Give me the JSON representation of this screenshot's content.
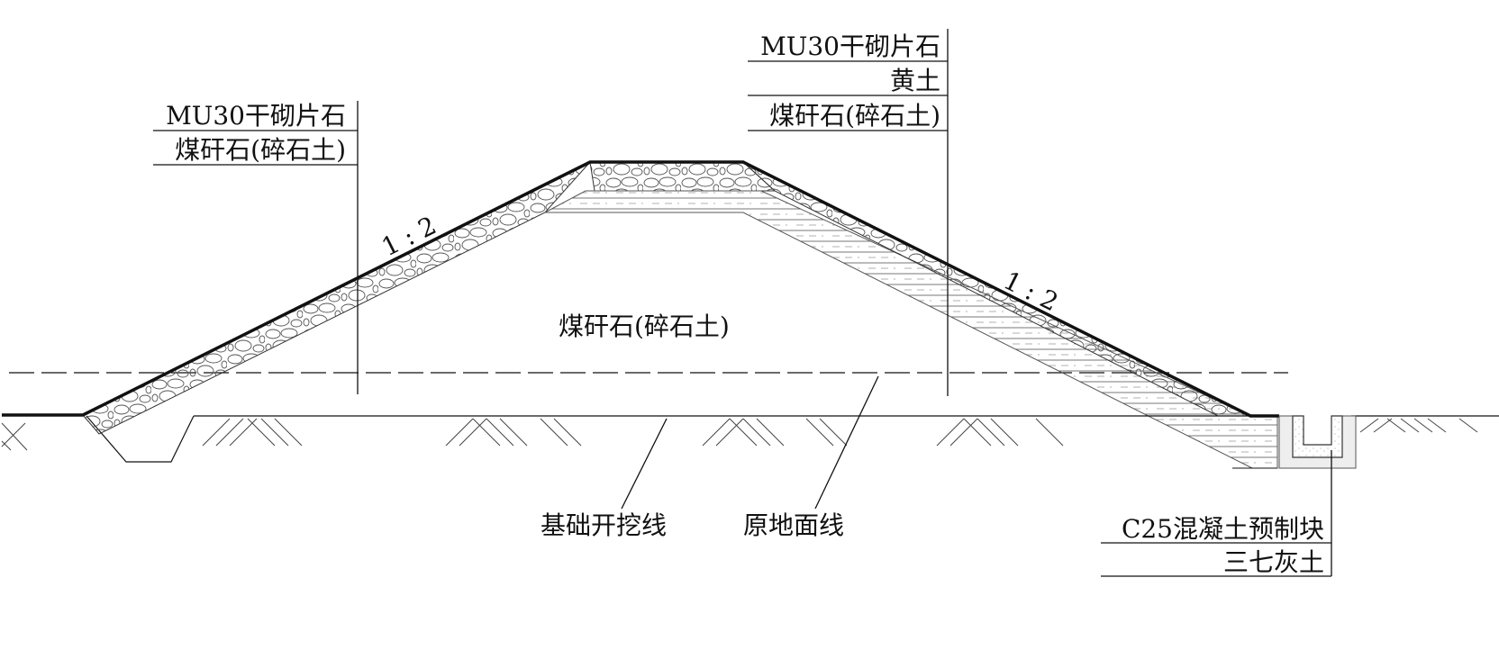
{
  "left_callout": {
    "line1": "MU30干砌片石",
    "line2": "煤矸石(碎石土)"
  },
  "right_callout": {
    "line1": "MU30干砌片石",
    "line2": "黄土",
    "line3": "煤矸石(碎石土)"
  },
  "slope_left": "1 : 2",
  "slope_right": "1 : 2",
  "core_label": "煤矸石(碎石土)",
  "excavation_label": "基础开挖线",
  "ground_label": "原地面线",
  "drain_callout": {
    "line1": "C25混凝土预制块",
    "line2": "三七灰土"
  }
}
